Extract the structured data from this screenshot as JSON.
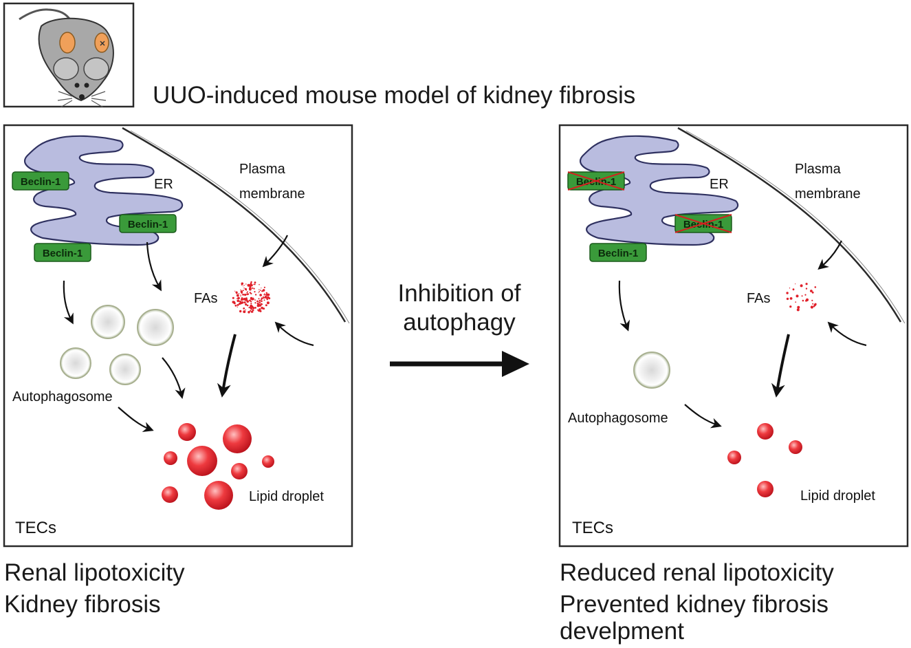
{
  "title": "UUO-induced mouse model of kidney fibrosis",
  "middle": {
    "label_line1": "Inhibition of",
    "label_line2": "autophagy"
  },
  "left_panel": {
    "beclin_labels": [
      "Beclin-1",
      "Beclin-1",
      "Beclin-1"
    ],
    "er_label": "ER",
    "membrane_line1": "Plasma",
    "membrane_line2": "membrane",
    "fas_label": "FAs",
    "autophagosome_label": "Autophagosome",
    "lipid_label": "Lipid droplet",
    "cell_label": "TECs",
    "caption_line1": "Renal lipotoxicity",
    "caption_line2": "Kidney fibrosis"
  },
  "right_panel": {
    "beclin_labels": [
      "Beclin-1",
      "Beclin-1",
      "Beclin-1"
    ],
    "er_label": "ER",
    "membrane_line1": "Plasma",
    "membrane_line2": "membrane",
    "fas_label": "FAs",
    "autophagosome_label": "Autophagosome",
    "lipid_label": "Lipid droplet",
    "cell_label": "TECs",
    "caption_line1": "Reduced renal lipotoxicity",
    "caption_line2": "Prevented kidney fibrosis",
    "caption_line3": "develpment"
  },
  "colors": {
    "er_fill": "#b9bcdf",
    "beclin_fill": "#3a9a3a",
    "lipid": "#e0202a",
    "kidney": "#f0a05a",
    "mouse": "#a8a8a8",
    "crossout": "#d42020"
  }
}
